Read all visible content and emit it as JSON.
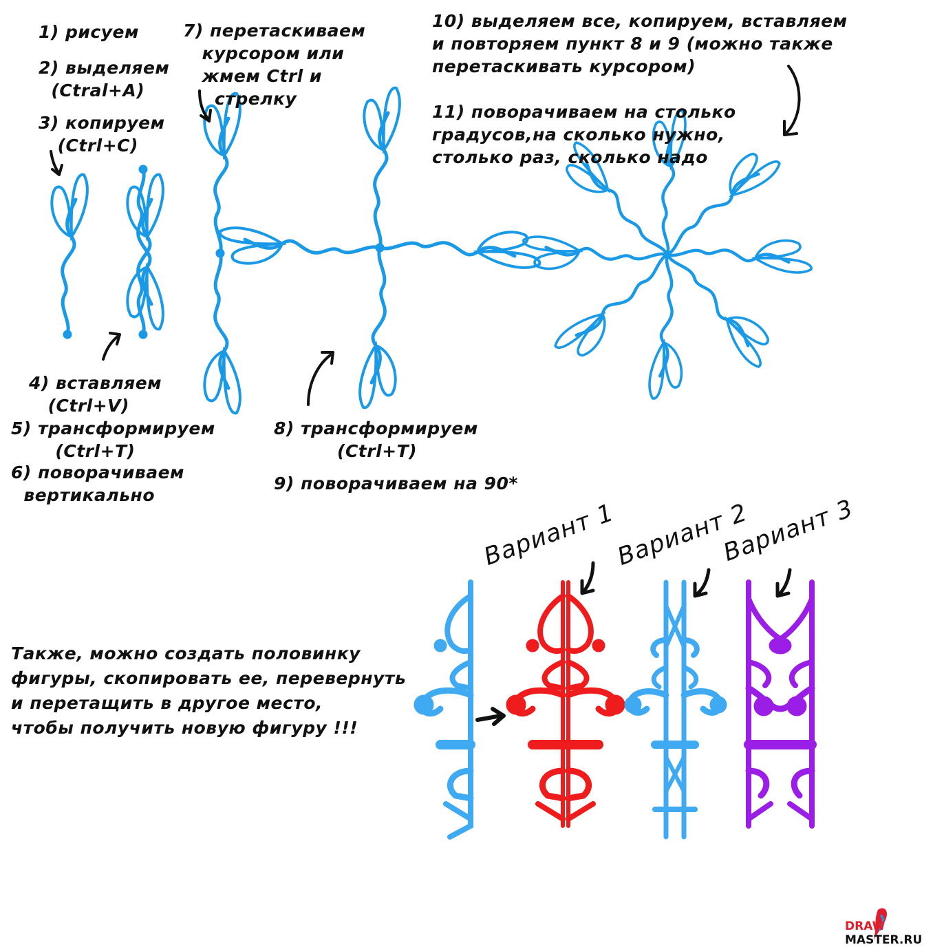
{
  "steps": {
    "s1": "1) рисуем",
    "s2": "2) выделяем\n  (Ctral+A)",
    "s3": "3) копируем\n   (Ctrl+C)",
    "s4": "4) вставляем\n   (Ctrl+V)",
    "s5": "5) трансформируем\n       (Ctrl+T)",
    "s6": "6) поворачиваем\n  вертикально",
    "s7": "7) перетаскиваем\n   курсором или\n   жмем Ctrl и\n     стрелку",
    "s8": "8) трансформируем\n          (Ctrl+T)",
    "s9": "9) поворачиваем на 90*",
    "s10": "10) выделяем все, копируем, вставляем\nи повторяем пункт 8 и 9 (можно также\nперетаскивать курсором)",
    "s11": "11) поворачиваем на столько\nградусов,на сколько нужно,\nстолько раз, сколько надо"
  },
  "note": "Также, можно создать половинку\nфигуры, скопировать ее, перевернуть\nи перетащить в другое место,\nчтобы получить новую фигуру !!!",
  "variants": {
    "v1": "Вариант 1",
    "v2": "Вариант 2",
    "v3": "Вариант 3"
  },
  "logo": {
    "part1": "DRAW",
    "part2": "MASTER.RU"
  },
  "colors": {
    "stroke_blue": "#1a9ae6",
    "light_blue": "#3fa9f2",
    "red": "#ee1c1c",
    "purple": "#9b1ee6"
  }
}
